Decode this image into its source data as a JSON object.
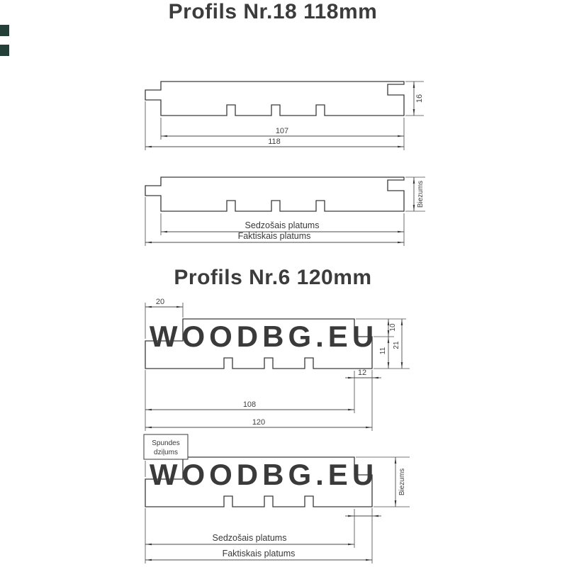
{
  "colors": {
    "line": "#3a3a3a",
    "text": "#404040",
    "title": "#3c3c3c",
    "watermark": "#ececec",
    "background": "#ffffff"
  },
  "watermark": "WOODBG.EU",
  "profile18": {
    "title": "Profils Nr.18 118mm",
    "dims": {
      "thickness": "16",
      "cover_width": "107",
      "full_width": "118"
    },
    "labels": {
      "thickness": "Biezums",
      "cover_width": "Sedzošais platums",
      "full_width": "Faktiskais platums"
    }
  },
  "profile6": {
    "title": "Profils Nr.6 120mm",
    "dims": {
      "top_recess": "20",
      "rebate_depth": "10",
      "lower_thickness": "11",
      "total_thickness": "21",
      "rebate_width": "12",
      "cover_width": "108",
      "full_width": "120"
    },
    "labels": {
      "groove_depth_line1": "Spundes",
      "groove_depth_line2": "dziļums",
      "thickness": "Biezums",
      "cover_width": "Sedzošais platums",
      "full_width": "Faktiskais platums"
    }
  }
}
